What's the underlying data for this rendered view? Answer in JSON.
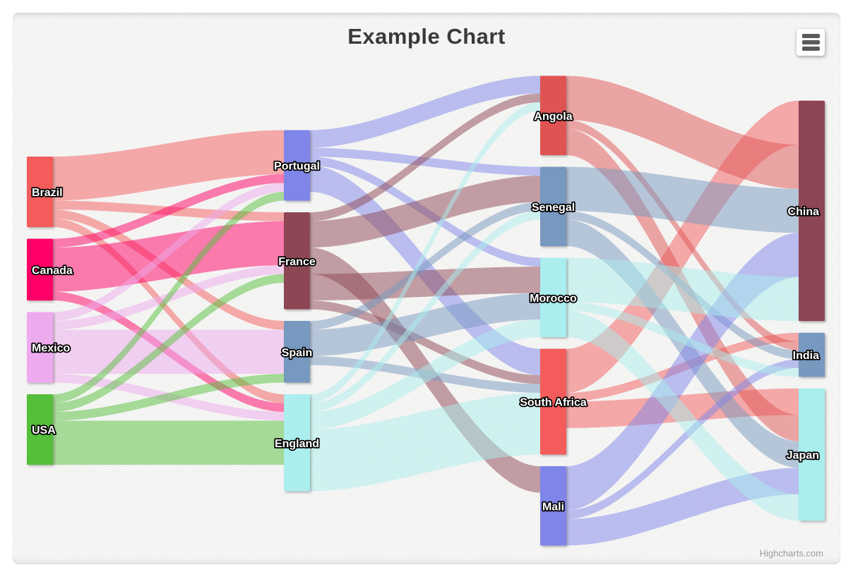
{
  "header": {
    "title": "Example Chart"
  },
  "context_menu": {
    "icon": "hamburger-icon"
  },
  "credit": {
    "text": "Highcharts.com"
  },
  "chart_data": {
    "type": "sankey",
    "title": "Example Chart",
    "legend": "off",
    "grid": "off",
    "link_opacity": 0.5,
    "label_style": {
      "color": "#ffffff",
      "outline": "#000000"
    },
    "nodes": [
      {
        "name": "Brazil",
        "column": 0,
        "color": "#f45b5b"
      },
      {
        "name": "Canada",
        "column": 0,
        "color": "#ff0066"
      },
      {
        "name": "Mexico",
        "column": 0,
        "color": "#eeaaee"
      },
      {
        "name": "USA",
        "column": 0,
        "color": "#55BF3B"
      },
      {
        "name": "Portugal",
        "column": 1,
        "color": "#8085e9"
      },
      {
        "name": "France",
        "column": 1,
        "color": "#8d4654"
      },
      {
        "name": "Spain",
        "column": 1,
        "color": "#7798BF"
      },
      {
        "name": "England",
        "column": 1,
        "color": "#aaeeee"
      },
      {
        "name": "Angola",
        "column": 2,
        "color": "#DF5353"
      },
      {
        "name": "Senegal",
        "column": 2,
        "color": "#7798BF"
      },
      {
        "name": "Morocco",
        "column": 2,
        "color": "#aaeeee"
      },
      {
        "name": "South Africa",
        "column": 2,
        "color": "#f45b5b"
      },
      {
        "name": "Mali",
        "column": 2,
        "color": "#8085e9"
      },
      {
        "name": "China",
        "column": 3,
        "color": "#8d4654"
      },
      {
        "name": "India",
        "column": 3,
        "color": "#7798BF"
      },
      {
        "name": "Japan",
        "column": 3,
        "color": "#aaeeee"
      }
    ],
    "links": [
      {
        "from": "Brazil",
        "to": "Portugal",
        "weight": 5
      },
      {
        "from": "Brazil",
        "to": "France",
        "weight": 1
      },
      {
        "from": "Brazil",
        "to": "Spain",
        "weight": 1
      },
      {
        "from": "Brazil",
        "to": "England",
        "weight": 1
      },
      {
        "from": "Canada",
        "to": "Portugal",
        "weight": 1
      },
      {
        "from": "Canada",
        "to": "France",
        "weight": 5
      },
      {
        "from": "Canada",
        "to": "England",
        "weight": 1
      },
      {
        "from": "Mexico",
        "to": "Portugal",
        "weight": 1
      },
      {
        "from": "Mexico",
        "to": "France",
        "weight": 1
      },
      {
        "from": "Mexico",
        "to": "Spain",
        "weight": 5
      },
      {
        "from": "Mexico",
        "to": "England",
        "weight": 1
      },
      {
        "from": "USA",
        "to": "Portugal",
        "weight": 1
      },
      {
        "from": "USA",
        "to": "France",
        "weight": 1
      },
      {
        "from": "USA",
        "to": "Spain",
        "weight": 1
      },
      {
        "from": "USA",
        "to": "England",
        "weight": 5
      },
      {
        "from": "Portugal",
        "to": "Angola",
        "weight": 2
      },
      {
        "from": "Portugal",
        "to": "Senegal",
        "weight": 1
      },
      {
        "from": "Portugal",
        "to": "Morocco",
        "weight": 1
      },
      {
        "from": "Portugal",
        "to": "South Africa",
        "weight": 3
      },
      {
        "from": "France",
        "to": "Angola",
        "weight": 1
      },
      {
        "from": "France",
        "to": "Senegal",
        "weight": 3
      },
      {
        "from": "France",
        "to": "Mali",
        "weight": 3
      },
      {
        "from": "France",
        "to": "Morocco",
        "weight": 3
      },
      {
        "from": "France",
        "to": "South Africa",
        "weight": 1
      },
      {
        "from": "Spain",
        "to": "Senegal",
        "weight": 1
      },
      {
        "from": "Spain",
        "to": "Morocco",
        "weight": 3
      },
      {
        "from": "Spain",
        "to": "South Africa",
        "weight": 1
      },
      {
        "from": "England",
        "to": "Angola",
        "weight": 1
      },
      {
        "from": "England",
        "to": "Senegal",
        "weight": 1
      },
      {
        "from": "England",
        "to": "Morocco",
        "weight": 2
      },
      {
        "from": "England",
        "to": "South Africa",
        "weight": 7
      },
      {
        "from": "South Africa",
        "to": "China",
        "weight": 5
      },
      {
        "from": "South Africa",
        "to": "India",
        "weight": 1
      },
      {
        "from": "South Africa",
        "to": "Japan",
        "weight": 3
      },
      {
        "from": "Angola",
        "to": "China",
        "weight": 5
      },
      {
        "from": "Angola",
        "to": "India",
        "weight": 1
      },
      {
        "from": "Angola",
        "to": "Japan",
        "weight": 3
      },
      {
        "from": "Senegal",
        "to": "China",
        "weight": 5
      },
      {
        "from": "Senegal",
        "to": "India",
        "weight": 1
      },
      {
        "from": "Senegal",
        "to": "Japan",
        "weight": 3
      },
      {
        "from": "Mali",
        "to": "China",
        "weight": 5
      },
      {
        "from": "Mali",
        "to": "India",
        "weight": 1
      },
      {
        "from": "Mali",
        "to": "Japan",
        "weight": 3
      },
      {
        "from": "Morocco",
        "to": "China",
        "weight": 5
      },
      {
        "from": "Morocco",
        "to": "India",
        "weight": 1
      },
      {
        "from": "Morocco",
        "to": "Japan",
        "weight": 3
      }
    ]
  }
}
